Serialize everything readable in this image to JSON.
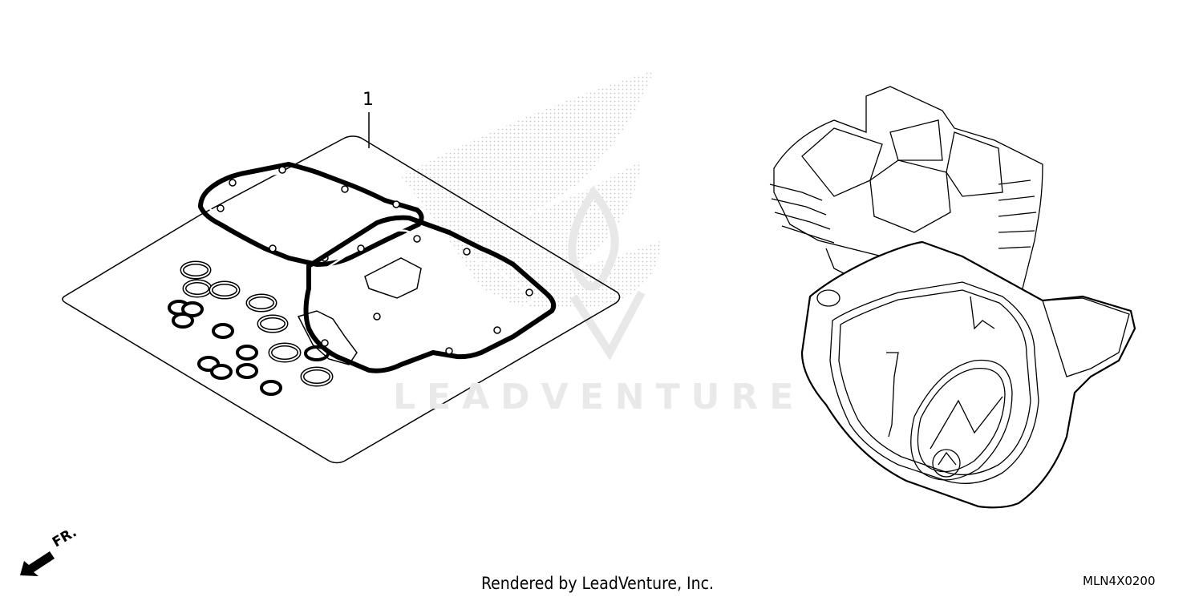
{
  "diagram": {
    "callout_number": "1",
    "watermark_text": "LEADVENTURE",
    "credit_text": "Rendered by LeadVenture, Inc.",
    "diagram_code": "MLN4X0200",
    "direction_label": "FR."
  },
  "colors": {
    "line": "#000000",
    "watermark": "#e9e9e9",
    "stipple": "#c8c8c8"
  }
}
